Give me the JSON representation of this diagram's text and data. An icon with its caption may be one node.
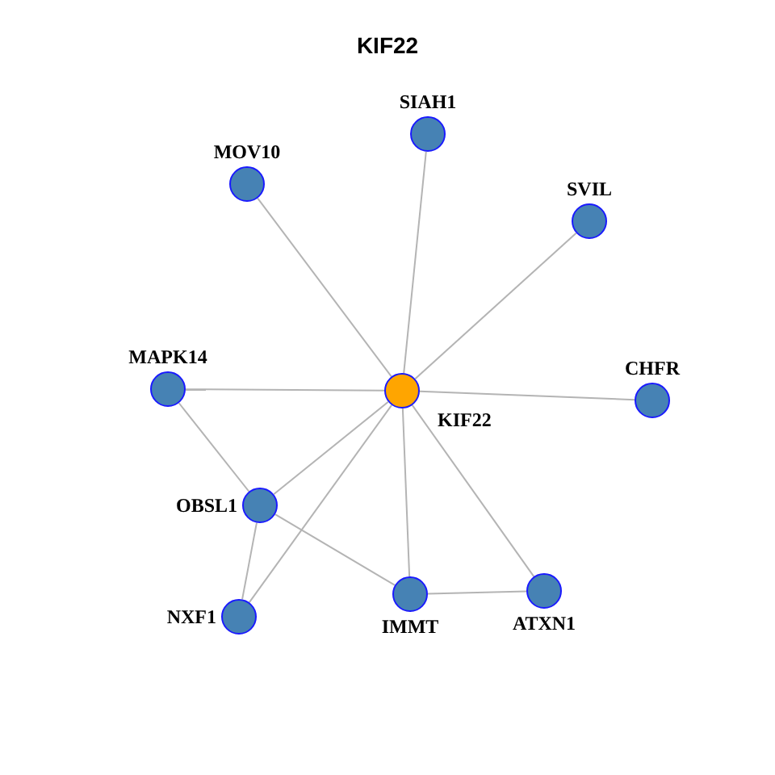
{
  "diagram": {
    "title": "KIF22",
    "nodes": [
      {
        "text": [
          "SIAH1"
        ]
      },
      {
        "text": [
          "MOV10"
        ]
      },
      {
        "text": [
          "SVIL"
        ]
      },
      {
        "text": [
          "MAPK14"
        ]
      },
      {
        "text": [
          "KIF22"
        ]
      },
      {
        "text": [
          "CHFR"
        ]
      },
      {
        "text": [
          "OBSL1"
        ]
      },
      {
        "text": [
          "NXF1"
        ]
      },
      {
        "text": [
          "IMMT"
        ]
      },
      {
        "text": [
          "ATXN1"
        ]
      }
    ],
    "edges": [
      {
        "from": 4,
        "to": 0,
        "arrow": "none"
      },
      {
        "from": 4,
        "to": 1,
        "arrow": "none"
      },
      {
        "from": 4,
        "to": 2,
        "arrow": "none"
      },
      {
        "from": 4,
        "to": 3,
        "arrow": "none"
      },
      {
        "from": 4,
        "to": 5,
        "arrow": "none"
      },
      {
        "from": 4,
        "to": 6,
        "arrow": "none"
      },
      {
        "from": 4,
        "to": 7,
        "arrow": "none"
      },
      {
        "from": 4,
        "to": 8,
        "arrow": "none"
      },
      {
        "from": 4,
        "to": 9,
        "arrow": "none"
      },
      {
        "from": 3,
        "to": 6,
        "arrow": "none"
      },
      {
        "from": 6,
        "to": 7,
        "arrow": "none"
      },
      {
        "from": 6,
        "to": 8,
        "arrow": "none"
      },
      {
        "from": 8,
        "to": 9,
        "arrow": "none"
      }
    ]
  }
}
